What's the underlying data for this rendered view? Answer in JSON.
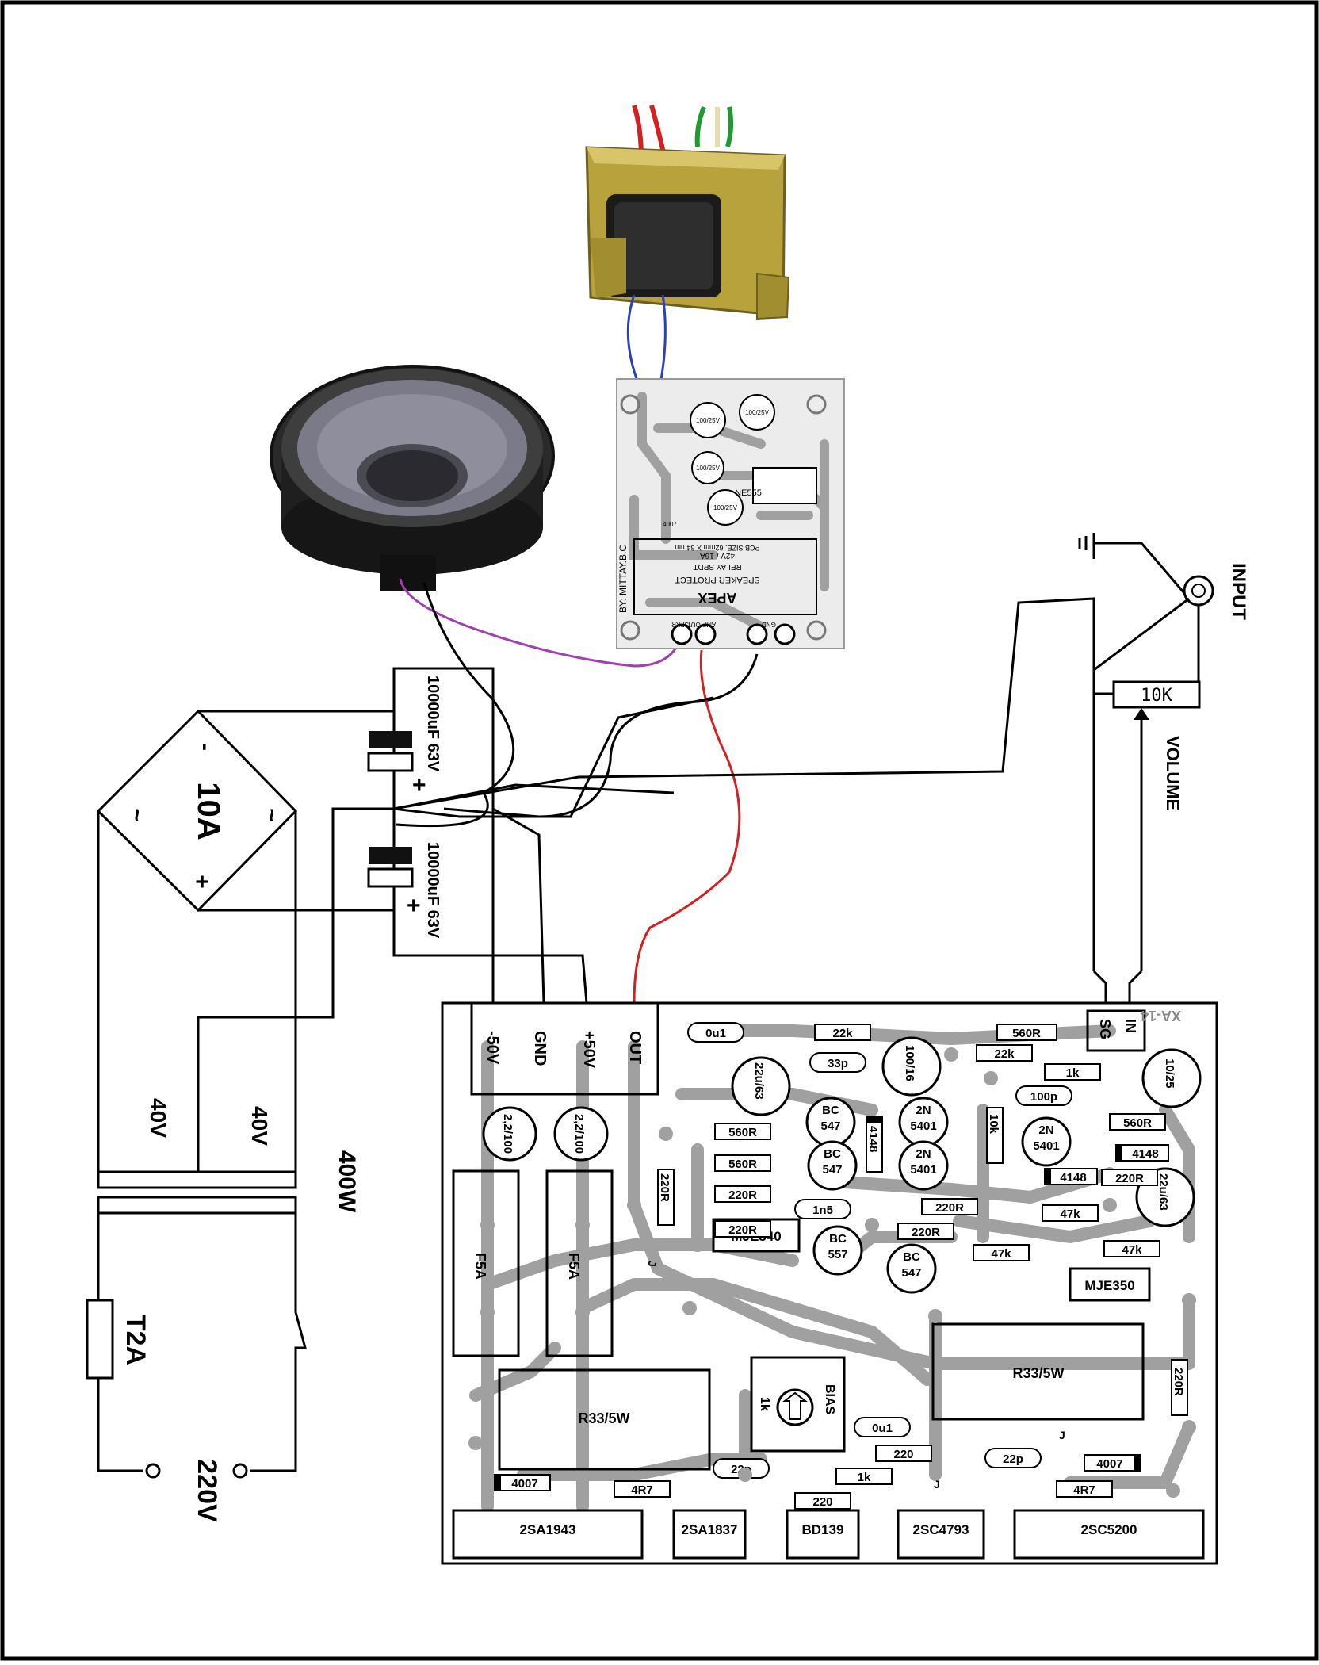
{
  "diagram": {
    "input_label": "INPUT",
    "volume_label": "VOLUME",
    "pot_value": "10K",
    "power_label": "400W",
    "fuse_label": "T2A",
    "mains_label": "220V",
    "secondary_left": "40V",
    "secondary_right": "40V",
    "bridge_current": "10A",
    "bridge_minus": "-",
    "bridge_plus": "+",
    "bridge_ac": "~",
    "cap_value": "10000uF 63V",
    "cap_plus": "+"
  },
  "protect_board": {
    "title": "SPEAKER PROTECT",
    "brand": "APEX",
    "relay": "RELAY SPDT",
    "relay_rating": "42V / 16A",
    "pcb_size": "PCB SIZE: 62mm X 64mm",
    "author": "BY: MITTAY.B.C",
    "ic": "NE555",
    "terminals": [
      "SPKR",
      "AMP OUT",
      "GND"
    ],
    "caps": [
      "100/25V",
      "100/25V",
      "100/25V",
      "100/25V"
    ],
    "diode": "4007"
  },
  "amp_board": {
    "model": "XA-14",
    "connector_labels": [
      "-50V",
      "GND",
      "+50V",
      "OUT"
    ],
    "input_labels": [
      "SG",
      "IN"
    ],
    "fuses": [
      "F5A",
      "F5A"
    ],
    "bias_label": "BIAS",
    "bias_pot": "1k",
    "jumper": "J",
    "resistor_labels": [
      "22k",
      "560R",
      "22k",
      "1k",
      "560R",
      "560R",
      "560R",
      "220R",
      "220R",
      "220R",
      "220R",
      "47k",
      "47k",
      "47k",
      "220R",
      "220R",
      "220",
      "1k",
      "220",
      "4R7",
      "4R7",
      "10k",
      "220R"
    ],
    "cap_labels": [
      "0u1",
      "33p",
      "100p",
      "1n5",
      "0u1",
      "22p",
      "22p"
    ],
    "electrolytics": [
      "22u/63",
      "100/16",
      "10/25",
      "2,2/100",
      "2,2/100",
      "22u/63"
    ],
    "small_transistors": [
      {
        "top": "BC",
        "bottom": "547"
      },
      {
        "top": "BC",
        "bottom": "547"
      },
      {
        "top": "2N",
        "bottom": "5401"
      },
      {
        "top": "2N",
        "bottom": "5401"
      },
      {
        "top": "2N",
        "bottom": "5401"
      },
      {
        "top": "BC",
        "bottom": "557"
      },
      {
        "top": "BC",
        "bottom": "547"
      }
    ],
    "diodes": [
      "4148",
      "4148",
      "4148",
      "4007",
      "4007"
    ],
    "driver_transistors": [
      "MJE340",
      "MJE350"
    ],
    "power_resistors": [
      "R33/5W",
      "R33/5W"
    ],
    "output_devices": [
      "2SA1943",
      "2SA1837",
      "BD139",
      "2SC4793",
      "2SC5200"
    ]
  },
  "colors": {
    "trace": "#a0a0a0",
    "wire_red": "#d42020",
    "wire_purple": "#a040b0",
    "wire_blue": "#2b3fb8",
    "wire_green": "#1f9a2f",
    "transformer": "#b7a23c",
    "protect_bg": "#ececec"
  },
  "icons": [
    "speaker-icon",
    "transformer-icon",
    "ground-icon",
    "bias-pot-icon"
  ]
}
